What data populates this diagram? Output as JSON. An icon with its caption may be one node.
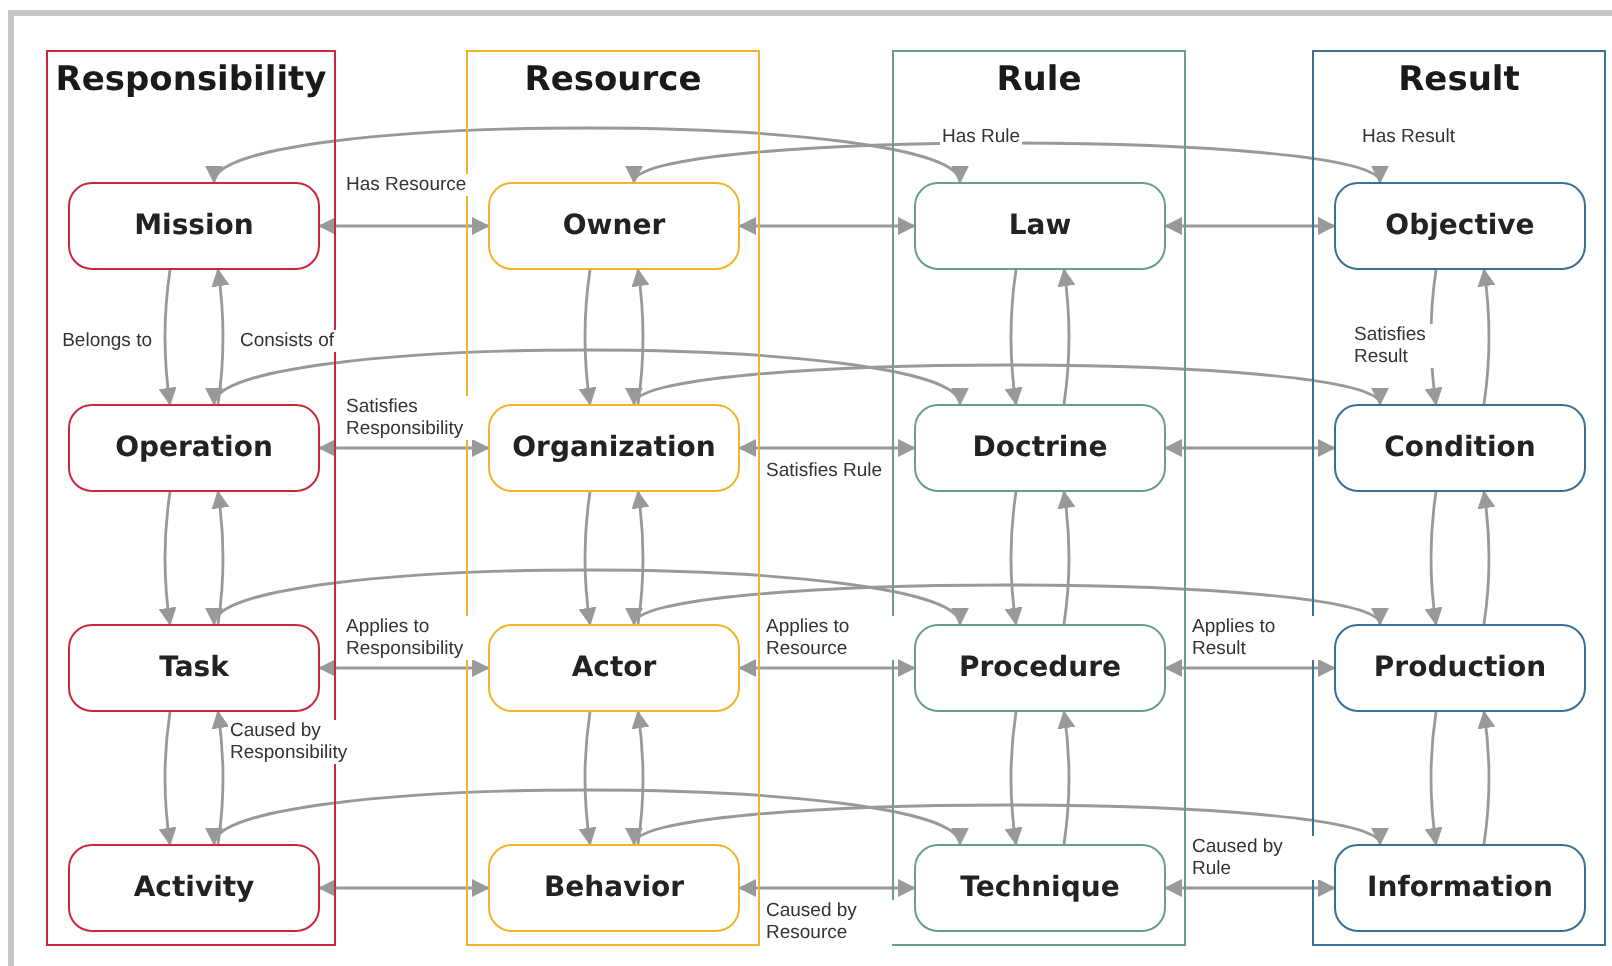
{
  "diagram": {
    "nodes": [
      {
        "text": [
          "Responsibility"
        ]
      },
      {
        "text": [
          "Mission"
        ],
        "in": 0
      },
      {
        "text": [
          "Operation"
        ],
        "in": 0
      },
      {
        "text": [
          "Task"
        ],
        "in": 0
      },
      {
        "text": [
          "Activity"
        ],
        "in": 0
      },
      {
        "text": [
          "Resource"
        ]
      },
      {
        "text": [
          "Owner"
        ],
        "in": 5
      },
      {
        "text": [
          "Organization"
        ],
        "in": 5
      },
      {
        "text": [
          "Actor"
        ],
        "in": 5
      },
      {
        "text": [
          "Behavior"
        ],
        "in": 5
      },
      {
        "text": [
          "Rule"
        ]
      },
      {
        "text": [
          "Law"
        ],
        "in": 10
      },
      {
        "text": [
          "Doctrine"
        ],
        "in": 10
      },
      {
        "text": [
          "Procedure"
        ],
        "in": 10
      },
      {
        "text": [
          "Technique"
        ],
        "in": 10
      },
      {
        "text": [
          "Result"
        ]
      },
      {
        "text": [
          "Objective"
        ],
        "in": 15
      },
      {
        "text": [
          "Condition"
        ],
        "in": 15
      },
      {
        "text": [
          "Production"
        ],
        "in": 15
      },
      {
        "text": [
          "Information"
        ],
        "in": 15
      }
    ],
    "edges": [
      {
        "from": 1,
        "to": 6,
        "arrow": "both",
        "label": "Has Resource"
      },
      {
        "from": 6,
        "to": 11,
        "arrow": "both"
      },
      {
        "from": 11,
        "to": 16,
        "arrow": "both"
      },
      {
        "from": 2,
        "to": 7,
        "arrow": "both",
        "label": "Satisfies Responsibility"
      },
      {
        "from": 7,
        "to": 12,
        "arrow": "both",
        "label": "Satisfies Rule"
      },
      {
        "from": 12,
        "to": 17,
        "arrow": "both"
      },
      {
        "from": 3,
        "to": 8,
        "arrow": "both",
        "label": "Applies to Responsibility"
      },
      {
        "from": 8,
        "to": 13,
        "arrow": "both",
        "label": "Applies to Resource"
      },
      {
        "from": 13,
        "to": 18,
        "arrow": "both",
        "label": "Applies to Result"
      },
      {
        "from": 4,
        "to": 9,
        "arrow": "both"
      },
      {
        "from": 9,
        "to": 14,
        "arrow": "both",
        "label": "Caused by Resource"
      },
      {
        "from": 14,
        "to": 19,
        "arrow": "both",
        "label": "Caused by Rule"
      },
      {
        "from": 1,
        "to": 2,
        "arrow": "to",
        "label": "Belongs to"
      },
      {
        "from": 2,
        "to": 1,
        "arrow": "to",
        "label": "Consists of"
      },
      {
        "from": 2,
        "to": 3,
        "arrow": "to"
      },
      {
        "from": 3,
        "to": 2,
        "arrow": "to"
      },
      {
        "from": 3,
        "to": 4,
        "arrow": "to"
      },
      {
        "from": 4,
        "to": 3,
        "arrow": "to"
      },
      {
        "from": 6,
        "to": 7,
        "arrow": "to"
      },
      {
        "from": 7,
        "to": 6,
        "arrow": "to"
      },
      {
        "from": 7,
        "to": 8,
        "arrow": "to"
      },
      {
        "from": 8,
        "to": 7,
        "arrow": "to"
      },
      {
        "from": 8,
        "to": 9,
        "arrow": "to"
      },
      {
        "from": 9,
        "to": 8,
        "arrow": "to"
      },
      {
        "from": 11,
        "to": 12,
        "arrow": "to"
      },
      {
        "from": 12,
        "to": 11,
        "arrow": "to"
      },
      {
        "from": 12,
        "to": 13,
        "arrow": "to"
      },
      {
        "from": 13,
        "to": 12,
        "arrow": "to"
      },
      {
        "from": 13,
        "to": 14,
        "arrow": "to"
      },
      {
        "from": 14,
        "to": 13,
        "arrow": "to"
      },
      {
        "from": 16,
        "to": 17,
        "arrow": "to"
      },
      {
        "from": 17,
        "to": 16,
        "arrow": "to"
      },
      {
        "from": 17,
        "to": 18,
        "arrow": "to"
      },
      {
        "from": 18,
        "to": 17,
        "arrow": "to"
      },
      {
        "from": 18,
        "to": 19,
        "arrow": "to"
      },
      {
        "from": 19,
        "to": 18,
        "arrow": "to"
      },
      {
        "from": 1,
        "to": 11,
        "arrow": "both",
        "label": "Has Rule"
      },
      {
        "from": 6,
        "to": 16,
        "arrow": "both",
        "label": "Has Result"
      },
      {
        "from": 2,
        "to": 12,
        "arrow": "both"
      },
      {
        "from": 7,
        "to": 17,
        "arrow": "both"
      },
      {
        "from": 3,
        "to": 13,
        "arrow": "both"
      },
      {
        "from": 8,
        "to": 18,
        "arrow": "both"
      },
      {
        "from": 4,
        "to": 14,
        "arrow": "both"
      },
      {
        "from": 9,
        "to": 19,
        "arrow": "both"
      }
    ],
    "labels": [
      "Satisfies Result",
      "Caused by Responsibility"
    ]
  }
}
